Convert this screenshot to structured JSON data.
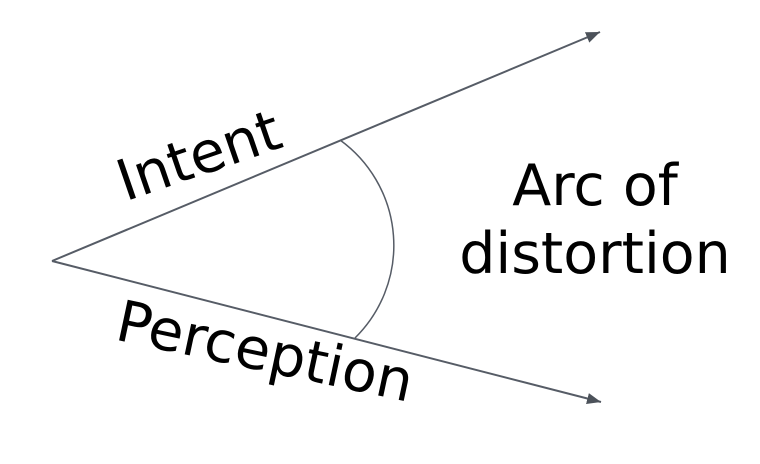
{
  "diagram": {
    "labels": {
      "intent": "Intent",
      "perception": "Perception",
      "arc_of_distortion": "Arc of\ndistortion"
    },
    "colors": {
      "line": "#565c66",
      "arrowhead": "#4c525a",
      "text": "#000000",
      "background": "#ffffff"
    }
  }
}
